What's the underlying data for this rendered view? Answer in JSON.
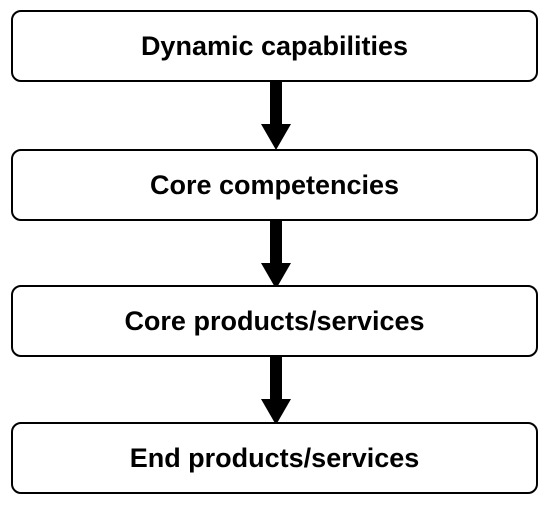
{
  "diagram": {
    "type": "vertical-flowchart",
    "nodes": [
      {
        "label": "Dynamic capabilities"
      },
      {
        "label": "Core competencies"
      },
      {
        "label": "Core products/services"
      },
      {
        "label": "End products/services"
      }
    ],
    "connector_icon": "down-arrow-icon",
    "colors": {
      "stroke": "#000000",
      "fill": "#ffffff",
      "text": "#000000"
    }
  }
}
